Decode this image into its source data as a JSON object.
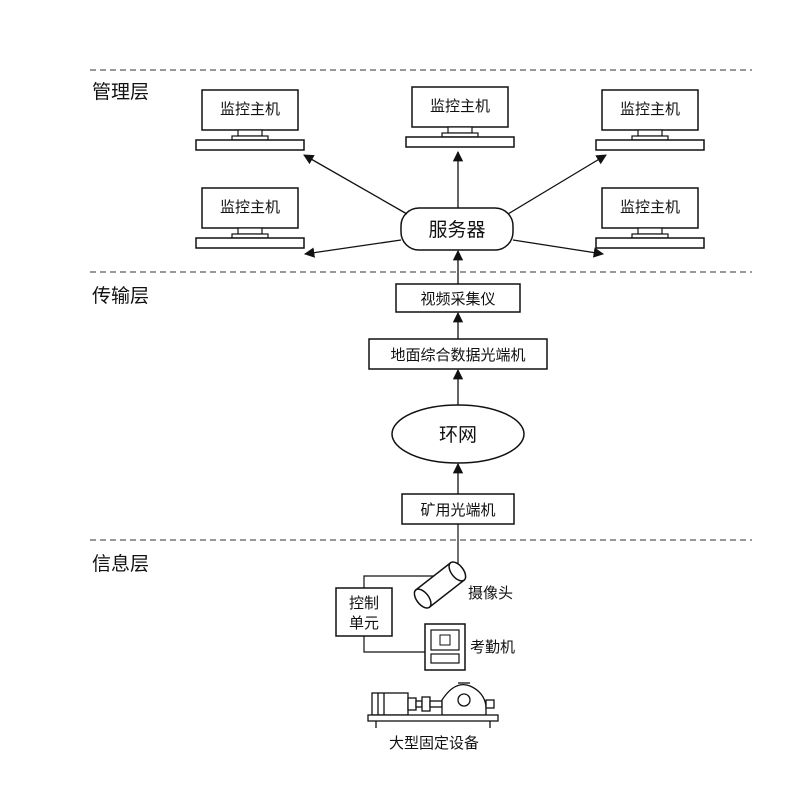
{
  "layers": {
    "management": "管理层",
    "transmission": "传输层",
    "information": "信息层"
  },
  "management": {
    "monitor_label": "监控主机",
    "server_label": "服务器"
  },
  "transmission": {
    "video_collector": "视频采集仪",
    "ground_optical_terminal": "地面综合数据光端机",
    "ring_network": "环网",
    "mine_optical_terminal": "矿用光端机"
  },
  "information": {
    "control_unit_line1": "控制",
    "control_unit_line2": "单元",
    "camera": "摄像头",
    "attendance_machine": "考勤机",
    "fixed_equipment": "大型固定设备"
  }
}
